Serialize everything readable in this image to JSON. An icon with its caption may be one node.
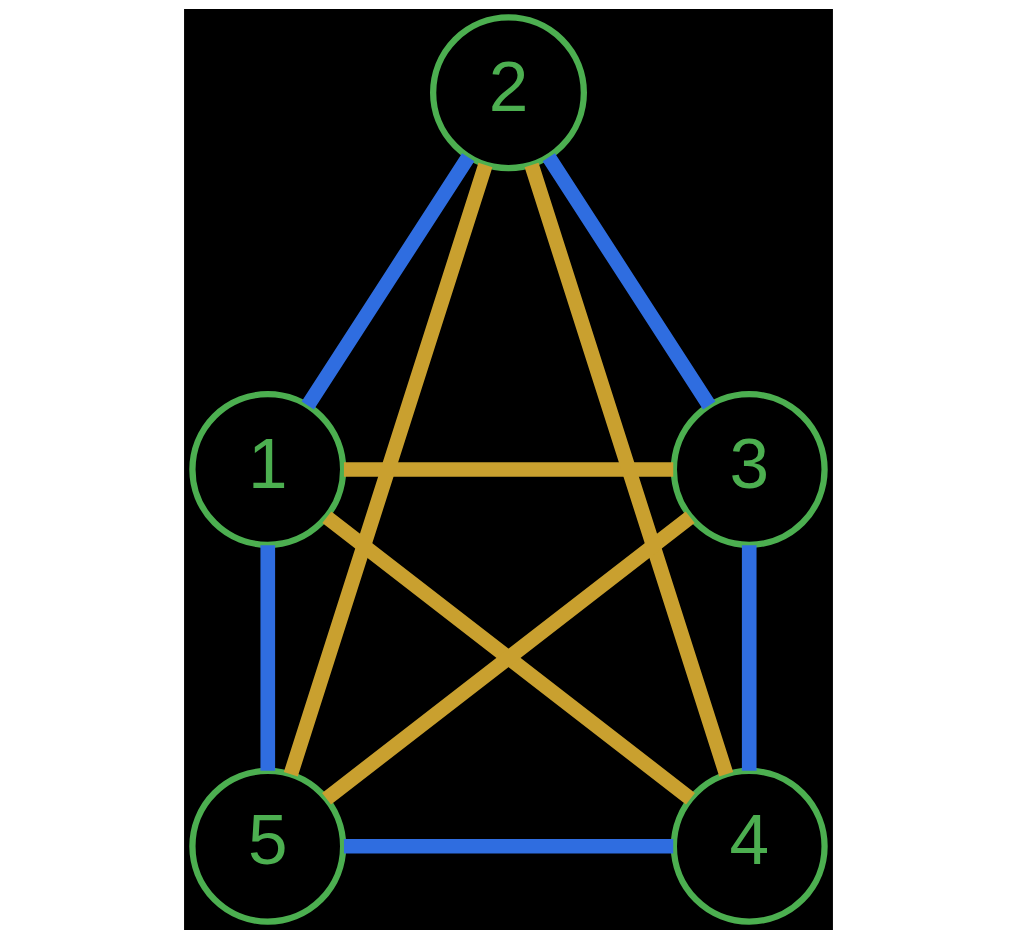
{
  "diagram": {
    "nodes": [
      {
        "text": [
          "1"
        ]
      },
      {
        "text": [
          "2"
        ]
      },
      {
        "text": [
          "3"
        ]
      },
      {
        "text": [
          "4"
        ]
      },
      {
        "text": [
          "5"
        ]
      }
    ],
    "edges": [
      {
        "from": 0,
        "to": 1,
        "arrow": "none",
        "color": "#2f6de0"
      },
      {
        "from": 1,
        "to": 2,
        "arrow": "none",
        "color": "#2f6de0"
      },
      {
        "from": 2,
        "to": 3,
        "arrow": "none",
        "color": "#2f6de0"
      },
      {
        "from": 4,
        "to": 3,
        "arrow": "none",
        "color": "#2f6de0"
      },
      {
        "from": 0,
        "to": 4,
        "arrow": "none",
        "color": "#2f6de0"
      },
      {
        "from": 0,
        "to": 2,
        "arrow": "none",
        "color": "#c9a02f"
      },
      {
        "from": 0,
        "to": 3,
        "arrow": "none",
        "color": "#c9a02f"
      },
      {
        "from": 1,
        "to": 3,
        "arrow": "none",
        "color": "#c9a02f"
      },
      {
        "from": 1,
        "to": 4,
        "arrow": "none",
        "color": "#c9a02f"
      },
      {
        "from": 2,
        "to": 4,
        "arrow": "none",
        "color": "#c9a02f"
      }
    ]
  }
}
